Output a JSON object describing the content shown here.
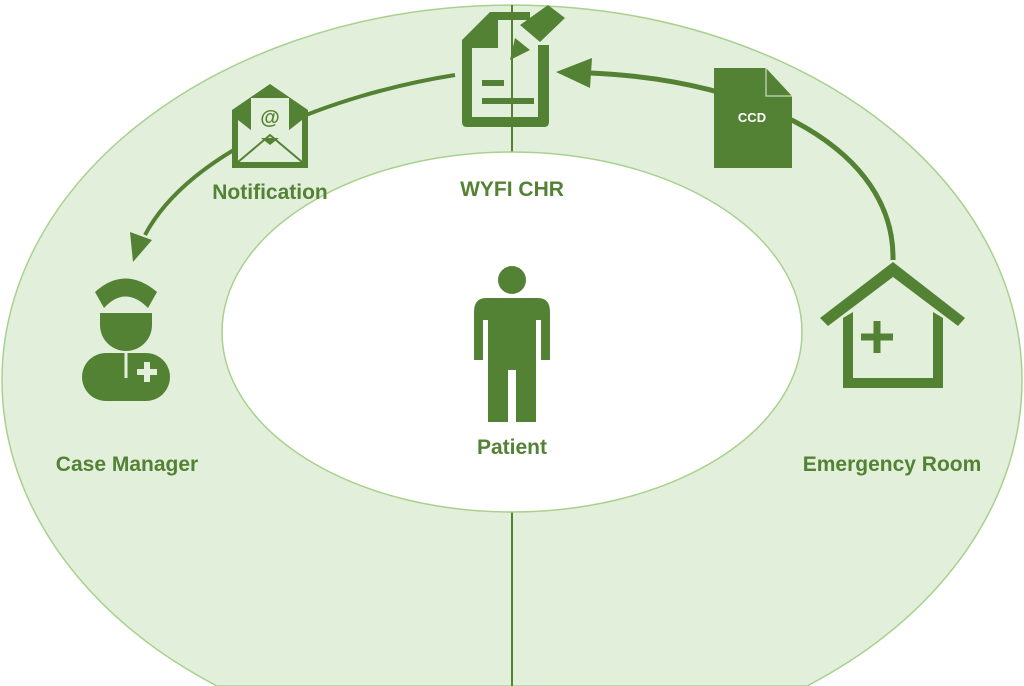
{
  "colors": {
    "accent": "#548235",
    "ring_fill": "#E2EFDA",
    "ring_stroke": "#A9D18E"
  },
  "nodes": {
    "patient": {
      "label": "Patient",
      "icon": "person-icon"
    },
    "wyfi": {
      "label": "WYFI CHR",
      "icon": "document-edit-icon"
    },
    "notification": {
      "label": "Notification",
      "icon": "email-at-icon"
    },
    "case_manager": {
      "label": "Case Manager",
      "icon": "nurse-icon"
    },
    "emergency": {
      "label": "Emergency Room",
      "icon": "hospital-icon"
    },
    "ccd": {
      "label": "CCD",
      "icon": "file-icon"
    }
  }
}
